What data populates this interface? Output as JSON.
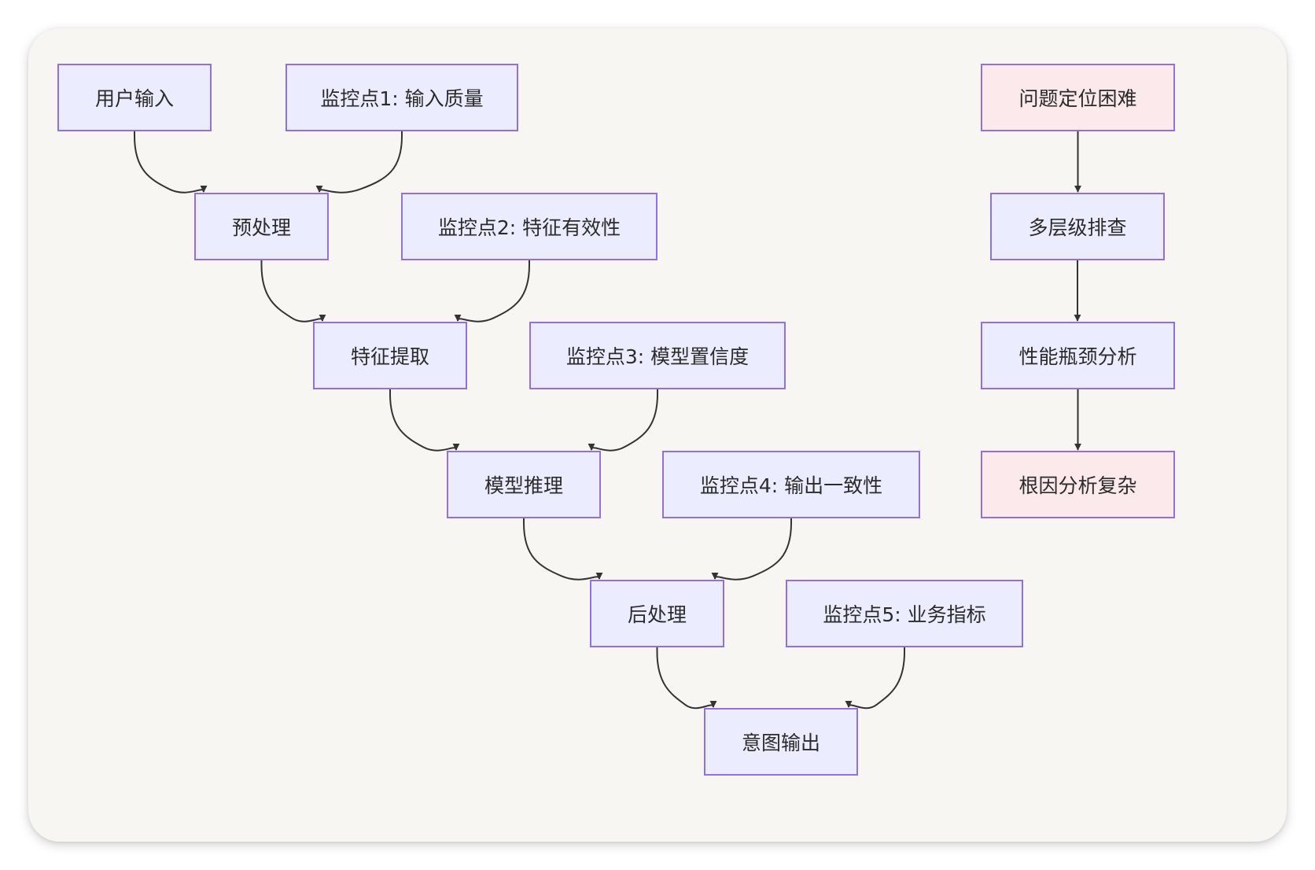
{
  "nodes": {
    "user_input": "用户输入",
    "mon1": "监控点1: 输入质量",
    "preprocess": "预处理",
    "mon2": "监控点2: 特征有效性",
    "feature_extract": "特征提取",
    "mon3": "监控点3: 模型置信度",
    "model_infer": "模型推理",
    "mon4": "监控点4: 输出一致性",
    "postprocess": "后处理",
    "mon5": "监控点5: 业务指标",
    "intent_output": "意图输出",
    "problem_locate": "问题定位困难",
    "multi_level": "多层级排查",
    "perf_bottleneck": "性能瓶颈分析",
    "root_cause": "根因分析复杂"
  },
  "edges": [
    [
      "user_input",
      "preprocess"
    ],
    [
      "mon1",
      "preprocess"
    ],
    [
      "preprocess",
      "feature_extract"
    ],
    [
      "mon2",
      "feature_extract"
    ],
    [
      "feature_extract",
      "model_infer"
    ],
    [
      "mon3",
      "model_infer"
    ],
    [
      "model_infer",
      "postprocess"
    ],
    [
      "mon4",
      "postprocess"
    ],
    [
      "postprocess",
      "intent_output"
    ],
    [
      "mon5",
      "intent_output"
    ],
    [
      "problem_locate",
      "multi_level"
    ],
    [
      "multi_level",
      "perf_bottleneck"
    ],
    [
      "perf_bottleneck",
      "root_cause"
    ]
  ],
  "colors": {
    "node_fill": "#ececff",
    "node_border": "#9370db",
    "problem_fill": "#fbe9ec",
    "edge": "#333333",
    "background": "#f7f6f3"
  }
}
